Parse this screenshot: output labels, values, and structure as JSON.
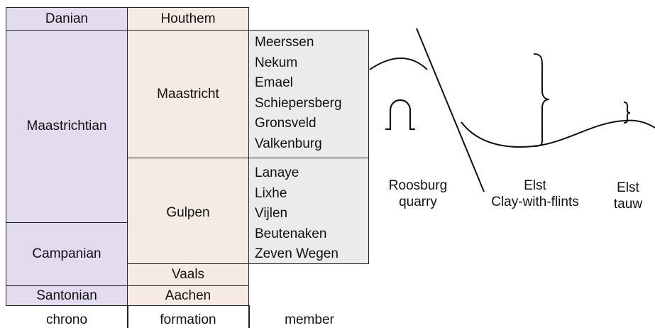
{
  "chrono": {
    "danian": "Danian",
    "maastrichtian": "Maastrichtian",
    "campanian": "Campanian",
    "santonian": "Santonian"
  },
  "formations": {
    "houthem": "Houthem",
    "maastricht": "Maastricht",
    "gulpen": "Gulpen",
    "vaals": "Vaals",
    "aachen": "Aachen"
  },
  "members": {
    "maastricht": [
      "Meerssen",
      "Nekum",
      "Emael",
      "Schiepersberg",
      "Gronsveld",
      "Valkenburg"
    ],
    "gulpen": [
      "Lanaye",
      "Lixhe",
      "Vijlen",
      "Beutenaken",
      "Zeven Wegen"
    ]
  },
  "columns": {
    "chrono": "chrono",
    "formation": "formation",
    "member": "member"
  },
  "sites": {
    "roosburg": {
      "line1": "Roosburg",
      "line2": "quarry"
    },
    "elst_clay": {
      "line1": "Elst",
      "line2": "Clay-with-flints"
    },
    "elst_tauw": {
      "line1": "Elst",
      "line2": "tauw"
    }
  }
}
